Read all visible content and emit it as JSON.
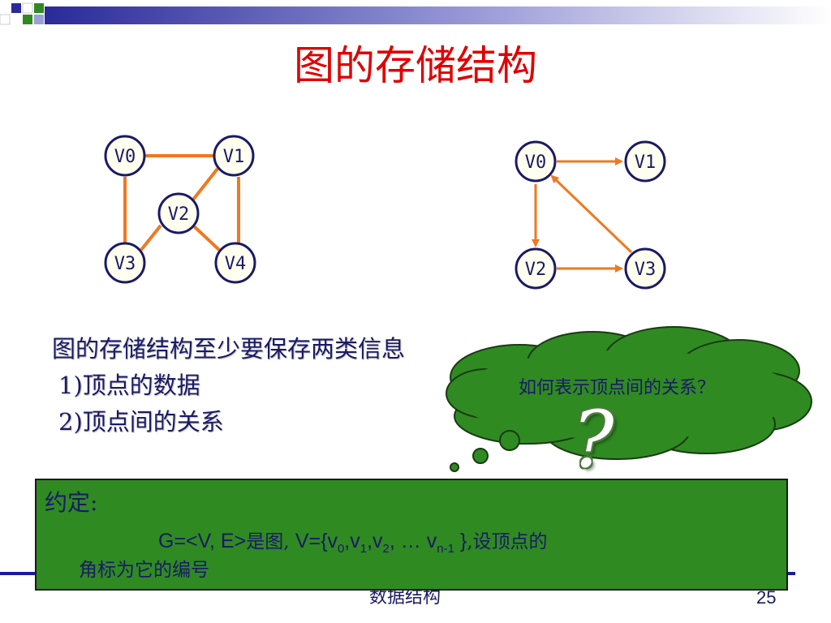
{
  "title": "图的存储结构",
  "graph1": {
    "nodes": [
      "V0",
      "V1",
      "V2",
      "V3",
      "V4"
    ],
    "edges": [
      [
        "V0",
        "V1"
      ],
      [
        "V0",
        "V3"
      ],
      [
        "V1",
        "V2"
      ],
      [
        "V1",
        "V4"
      ],
      [
        "V2",
        "V3"
      ],
      [
        "V2",
        "V4"
      ]
    ],
    "directed": false
  },
  "graph2": {
    "nodes": [
      "V0",
      "V1",
      "V2",
      "V3"
    ],
    "edges": [
      [
        "V0",
        "V1"
      ],
      [
        "V0",
        "V2"
      ],
      [
        "V2",
        "V3"
      ],
      [
        "V3",
        "V0"
      ]
    ],
    "directed": true
  },
  "text": {
    "line1": "图的存储结构至少要保存两类信息",
    "line2": "1)顶点的数据",
    "line3": "2)顶点间的关系"
  },
  "cloud_text": "如何表示顶点间的关系？",
  "question_mark": "?",
  "convention": {
    "heading": "约定:",
    "line1_prefix": "G=<V, E>",
    "line1_cjk1": "是图, ",
    "line1_set_open": "V={v",
    "sub0": "0",
    "comma1": ",v",
    "sub1": "1",
    "comma2": ",v",
    "sub2": "2",
    "ellipsis": ", … v",
    "subn": "n-1",
    "set_close": " }",
    "line1_cjk2": ",设顶点的",
    "line2": "角标为它的编号"
  },
  "footer": {
    "text": "数据结构",
    "page": "25"
  },
  "colors": {
    "title": "#e00000",
    "edge": "#f07820",
    "node_border": "#1a1a66",
    "node_fill": "#fffff0",
    "box": "#2f8a22",
    "cloud": "#2f8a22"
  }
}
